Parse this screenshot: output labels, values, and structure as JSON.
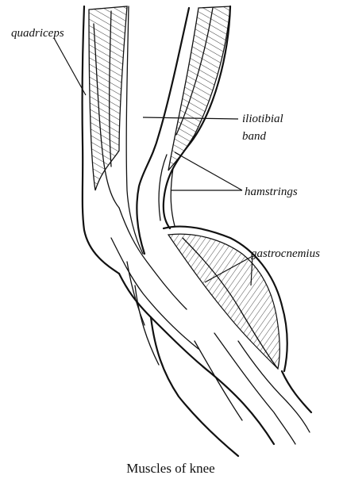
{
  "labels": {
    "quadriceps": "quadriceps",
    "iliotibial_line1": "iliotibial",
    "iliotibial_line2": "band",
    "hamstrings": "hamstrings",
    "gastrocnemius": "gastrocnemius"
  },
  "caption": "Muscles of knee",
  "colors": {
    "ink": "#111111",
    "paper": "#ffffff"
  }
}
